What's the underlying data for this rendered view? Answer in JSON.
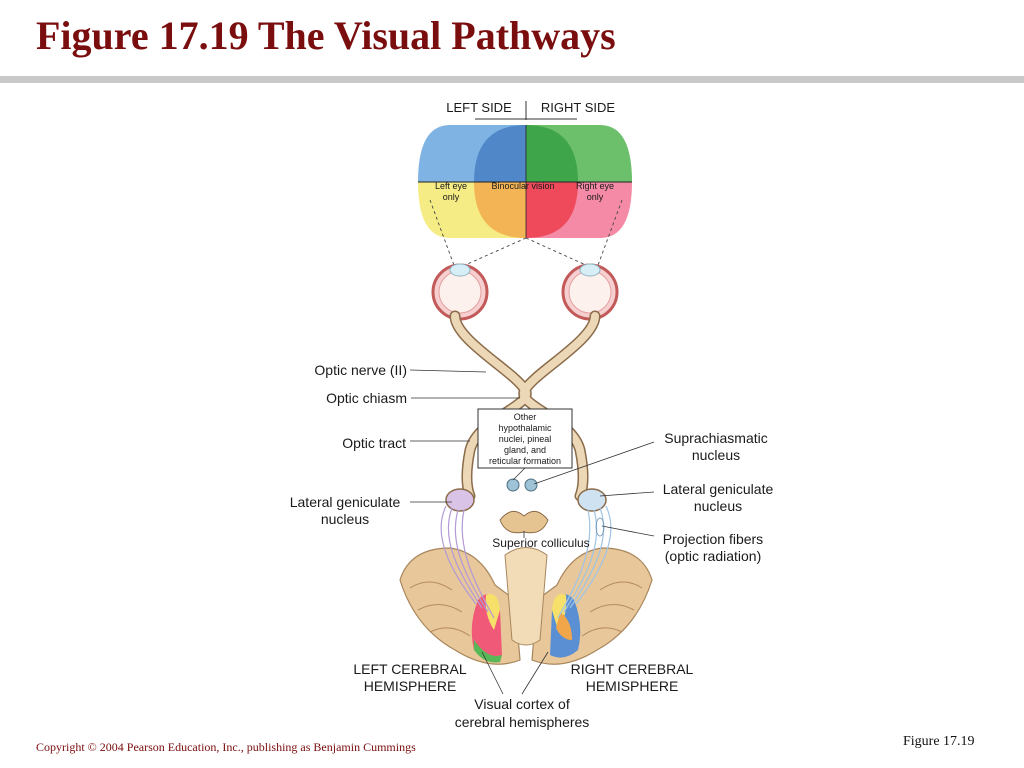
{
  "slide": {
    "title": "Figure 17.19  The Visual Pathways",
    "copyright": "Copyright © 2004 Pearson Education, Inc., publishing as Benjamin Cummings",
    "figure_ref": "Figure 17.19"
  },
  "diagram": {
    "visual_field": {
      "left_side": "LEFT SIDE",
      "right_side": "RIGHT SIDE",
      "left_eye_only": [
        "Left eye",
        "only"
      ],
      "binocular": "Binocular vision",
      "right_eye_only": [
        "Right eye",
        "only"
      ]
    },
    "labels": {
      "optic_nerve": "Optic nerve (II)",
      "optic_chiasm": "Optic chiasm",
      "optic_tract": "Optic tract",
      "lgn_left": [
        "Lateral geniculate",
        "nucleus"
      ],
      "lgn_right": [
        "Lateral geniculate",
        "nucleus"
      ],
      "other_box": [
        "Other",
        "hypothalamic",
        "nuclei, pineal",
        "gland, and",
        "reticular formation"
      ],
      "suprachiasmatic": [
        "Suprachiasmatic",
        "nucleus"
      ],
      "projection_fibers": [
        "Projection fibers",
        "(optic radiation)"
      ],
      "superior_colliculus": "Superior colliculus",
      "left_hemisphere": [
        "LEFT CEREBRAL",
        "HEMISPHERE"
      ],
      "right_hemisphere": [
        "RIGHT CEREBRAL",
        "HEMISPHERE"
      ],
      "visual_cortex": [
        "Visual cortex of",
        "cerebral hemispheres"
      ]
    },
    "colors": {
      "blue": "#6fa6dc",
      "green": "#5cb85c",
      "yellow": "#f4e46c",
      "pink": "#f27a9a",
      "nerve": "#e9d2b0",
      "nerve_outline": "#8a6b4a",
      "brain": "#e8c79a",
      "eye": "#f2b8b8"
    }
  }
}
